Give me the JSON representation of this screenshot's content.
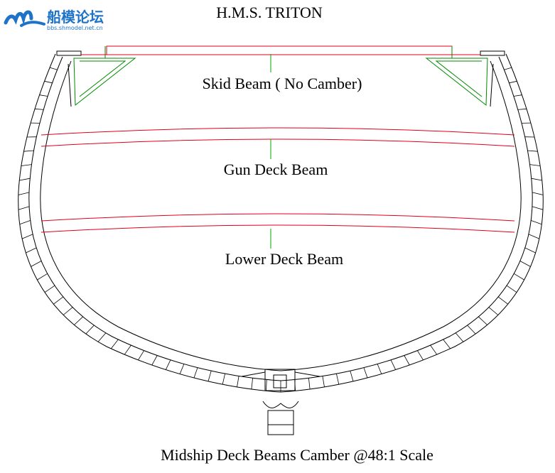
{
  "watermark": {
    "logo_text": "船模论坛",
    "logo_url_text": "bbs.shmodel.net.cn"
  },
  "drawing": {
    "title": "H.M.S. TRITON",
    "labels": {
      "skid_beam": "Skid Beam ( No Camber)",
      "gun_deck_beam": "Gun Deck Beam",
      "lower_deck_beam": "Lower Deck Beam"
    },
    "caption": "Midship Deck Beams Camber @48:1 Scale"
  },
  "colors": {
    "outline": "#000000",
    "beam_lines": "#e0001a",
    "knee_lines": "#008a00",
    "leader_lines": "#00aa00",
    "logo_blue": "#1e73c8"
  }
}
